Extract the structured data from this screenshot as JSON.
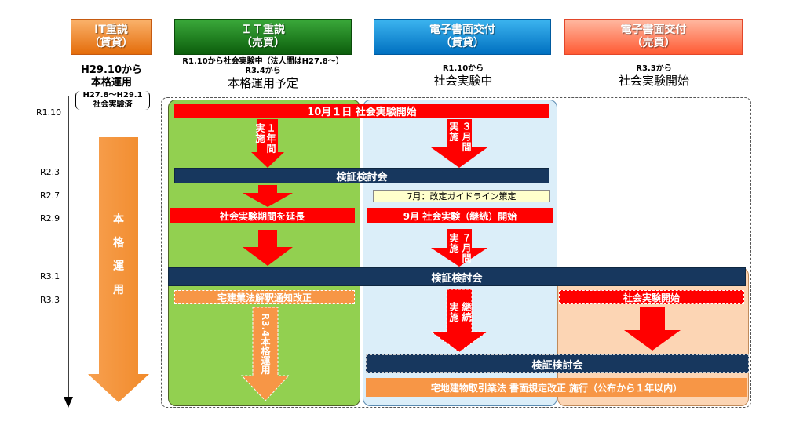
{
  "headers": {
    "it_rent": {
      "line1": "IT重説",
      "line2": "（賃貸）"
    },
    "it_sale": {
      "line1": "ＩＴ重説",
      "line2": "（売買）"
    },
    "doc_rent": {
      "line1": "電子書面交付",
      "line2": "（賃貸）"
    },
    "doc_sale": {
      "line1": "電子書面交付",
      "line2": "（売買）"
    }
  },
  "subs": {
    "it_rent": {
      "line1": "H29.10から",
      "line2": "本格運用",
      "note1": "H27.8〜H29.1",
      "note2": "社会実験済"
    },
    "it_sale": {
      "line1": "R1.10から社会実験中（法人間はH27.8〜）",
      "line2": "R3.4から",
      "line3": "本格運用予定"
    },
    "doc_rent": {
      "line1": "R1.10から",
      "line2": "社会実験中"
    },
    "doc_sale": {
      "line1": "R3.3から",
      "line2": "社会実験開始"
    }
  },
  "timeline": [
    "R1.10",
    "R2.3",
    "R2.7",
    "R2.9",
    "R3.1",
    "R3.3"
  ],
  "left_arrow_text": [
    "本",
    "格",
    "運",
    "用"
  ],
  "bars": {
    "start": "10月１日  社会実験開始",
    "review1": "検証検討会",
    "guideline": "7月：改定ガイドライン策定",
    "extend": "社会実験期間を延長",
    "continue": "9月  社会実験（継続）開始",
    "review2": "検証検討会",
    "notice": "宅建業法解釈通知改正",
    "sale_start": "社会実験開始",
    "review3": "検証検討会",
    "law": "宅地建物取引業法  書面規定改正  施行（公布から１年以内）"
  },
  "arrow_labels": {
    "a1_left": "実施",
    "a1_right": "１年間",
    "a2_left": "実施",
    "a2_right": "３月間",
    "a3_left": "実施",
    "a3_right": "７月間",
    "a4_left": "実施",
    "a4_right": "継続",
    "full": "R3.4本格運用"
  },
  "colors": {
    "it_rent_header": "#f79646",
    "it_sale_header": "#1f7a1f",
    "doc_rent_header": "#1a8fd6",
    "doc_sale_header": "#ff7b59",
    "green_panel": "#92d050",
    "blue_panel": "#dbeef9",
    "peach_panel": "#fcd5b4",
    "navy": "#17375e",
    "red": "#ff0000"
  }
}
